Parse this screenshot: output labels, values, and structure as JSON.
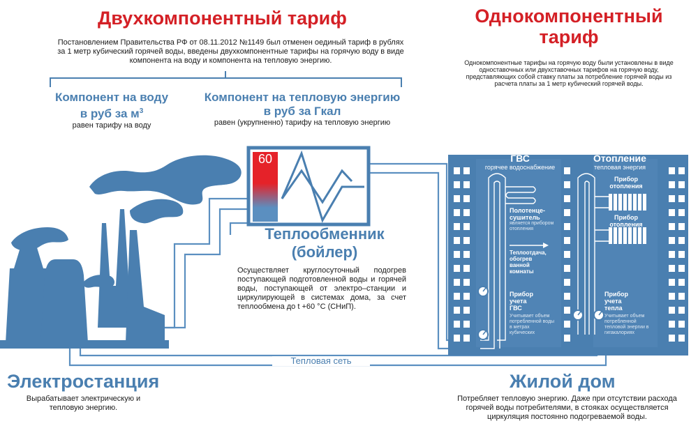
{
  "left_section": {
    "title": "Двухкомпонентный тариф",
    "description": "Постановлением Правительства РФ от 08.11.2012 №1149 был отменен оединый тариф в рублях за 1 метр кубический горячей воды, введены двухкомпонентные тарифы на горячую воду в виде компонента на  воду и компонента на тепловую энергию.",
    "water_component": {
      "title_line1": "Компонент на воду",
      "title_line2": "в руб за м",
      "unit_superscript": "3",
      "note": "равен тарифу на воду"
    },
    "heat_component": {
      "title_line1": "Компонент на тепловую энергию",
      "title_line2": "в руб за Гкал",
      "note": "равен (укрупненно) тарифу на тепловую энергию"
    }
  },
  "right_section": {
    "title_line1": "Однокомпонентный",
    "title_line2": "тариф",
    "description": "Однокомпонентные тарифы на горячую воду были установлены в виде одноставочных или двухставочных тарифов на горячую воду, представляющих собой ставку платы за потребление горячей воды из расчета платы за 1 метр кубический горячей воды."
  },
  "heat_exchanger": {
    "temperature": "60",
    "title_line1": "Теплообменник",
    "title_line2": "(бойлер)",
    "description": "Осуществляет круглосуточный подогрев поступающей подготовленной воды и горячей воды, поступающей от электро–станции и циркулирующей в системах дома, за счет теплообмена до t +60 °С (СНиП)."
  },
  "network_label": "Тепловая сеть",
  "power_station": {
    "title": "Электростанция",
    "description": "Вырабатывает электрическую и тепловую энергию."
  },
  "house": {
    "title": "Жилой дом",
    "description": "Потребляет тепловую энергию. Даже при отсутствии расхода горячей воды потребителями, в стояках осуществляется циркуляция постоянно подогреваемой воды.",
    "gvs_title": "ГВС",
    "gvs_subtitle": "горячее водоснабжение",
    "heating_title": "Отопление",
    "heating_subtitle": "тепловая энергия",
    "towel_line1": "Полотенце-",
    "towel_line2": "сушитель",
    "towel_note": "является прибором отопления",
    "heat_release": "Теплоотдача, обогрев ванной комнаты",
    "gvs_meter_line1": "Прибор",
    "gvs_meter_line2": "учета",
    "gvs_meter_line3": "ГВС",
    "gvs_meter_note": "Учитывает объем потребленной воды в метрах кубических",
    "radiator1": "Прибор отопления",
    "radiator2": "Прибор отопления",
    "heat_meter_line1": "Прибор",
    "heat_meter_line2": "учета",
    "heat_meter_line3": "тепла",
    "heat_meter_note": "Учитывает объем потребленной тепловой энергии в гигакалориях"
  },
  "colors": {
    "accent_red": "#d42026",
    "main_blue": "#4a7fb0",
    "pipe_blue": "#5b8fc0",
    "text": "#1a1a1a"
  }
}
